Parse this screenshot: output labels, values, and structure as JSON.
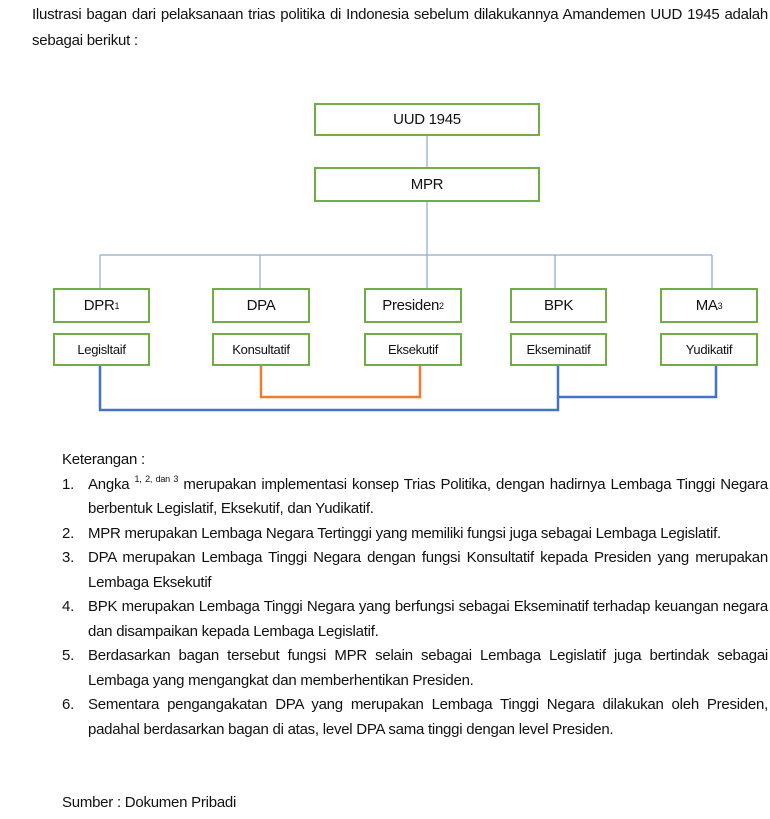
{
  "intro": "Ilustrasi bagan dari pelaksanaan trias politika di Indonesia sebelum dilakukannya Amandemen UUD 1945 adalah sebagai berikut :",
  "diagram": {
    "top": "UUD 1945",
    "mpr": "MPR",
    "institutions": [
      {
        "name": "DPR",
        "sup": "1",
        "function": "Legisltaif"
      },
      {
        "name": "DPA",
        "sup": "",
        "function": "Konsultatif"
      },
      {
        "name": "Presiden",
        "sup": "2",
        "function": "Eksekutif"
      },
      {
        "name": "BPK",
        "sup": "",
        "function": "Ekseminatif"
      },
      {
        "name": "MA",
        "sup": "3",
        "function": "Yudikatif"
      }
    ],
    "colors": {
      "box_border": "#70ad47",
      "tree_line": "#8eaacc",
      "blue_link": "#4472c4",
      "orange_link": "#ed7d31"
    }
  },
  "keterangan": {
    "title": "Keterangan :",
    "item1": {
      "num": "1.",
      "pre": "Angka",
      "sup": "1, 2, dan 3",
      "text": "merupakan implementasi konsep Trias Politika, dengan hadirnya Lembaga Tinggi Negara berbentuk Legislatif, Eksekutif, dan Yudikatif."
    },
    "items": [
      {
        "num": "2.",
        "text": "MPR merupakan Lembaga Negara Tertinggi yang memiliki fungsi juga sebagai Lembaga Legislatif."
      },
      {
        "num": "3.",
        "text": "DPA merupakan Lembaga Tinggi Negara dengan fungsi Konsultatif kepada Presiden yang merupakan Lembaga Eksekutif"
      },
      {
        "num": "4.",
        "text": "BPK merupakan Lembaga Tinggi Negara yang berfungsi sebagai Ekseminatif terhadap keuangan negara dan disampaikan kepada Lembaga Legislatif."
      },
      {
        "num": "5.",
        "text": "Berdasarkan bagan tersebut fungsi MPR selain sebagai Lembaga Legislatif juga bertindak sebagai Lembaga yang mengangkat dan memberhentikan Presiden."
      },
      {
        "num": "6.",
        "text": "Sementara pengangakatan DPA yang merupakan Lembaga Tinggi Negara dilakukan oleh Presiden, padahal berdasarkan bagan di atas, level DPA sama tinggi dengan level Presiden."
      }
    ]
  },
  "source": "Sumber : Dokumen Pribadi"
}
